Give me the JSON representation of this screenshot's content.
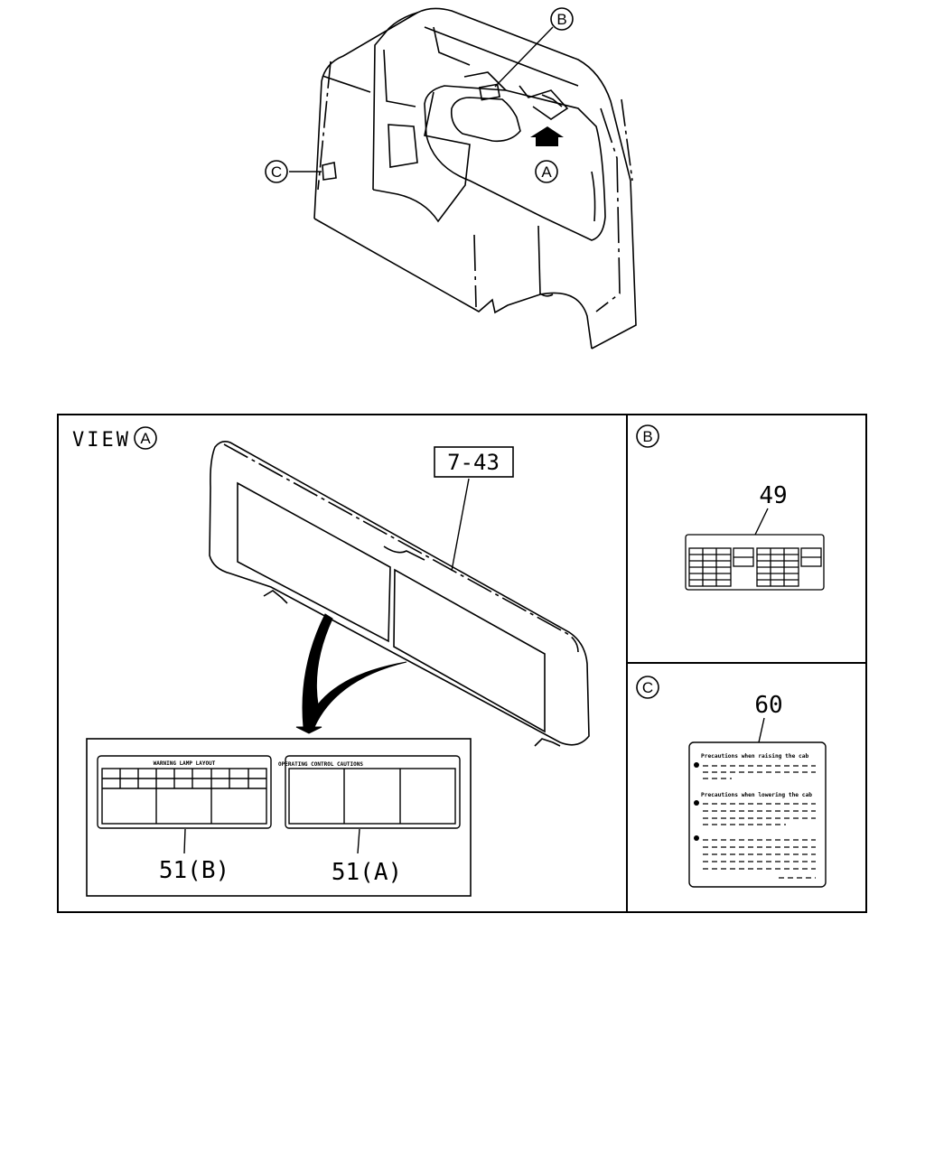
{
  "callouts": {
    "top_a": "A",
    "top_b": "B",
    "top_c": "C"
  },
  "view_a": {
    "title": "VIEW",
    "circle": "A",
    "part_ref": "7-43",
    "label_51b": "51(B)",
    "label_51a": "51(A)",
    "plate_51b_heading": "WARNING LAMP LAYOUT",
    "plate_51a_heading": "OPERATING CONTROL CAUTIONS"
  },
  "detail_b": {
    "circle": "B",
    "part_number": "49"
  },
  "detail_c": {
    "circle": "C",
    "part_number": "60",
    "line1": "Precautions when raising the cab",
    "line2": "Precautions when lowering the cab"
  }
}
